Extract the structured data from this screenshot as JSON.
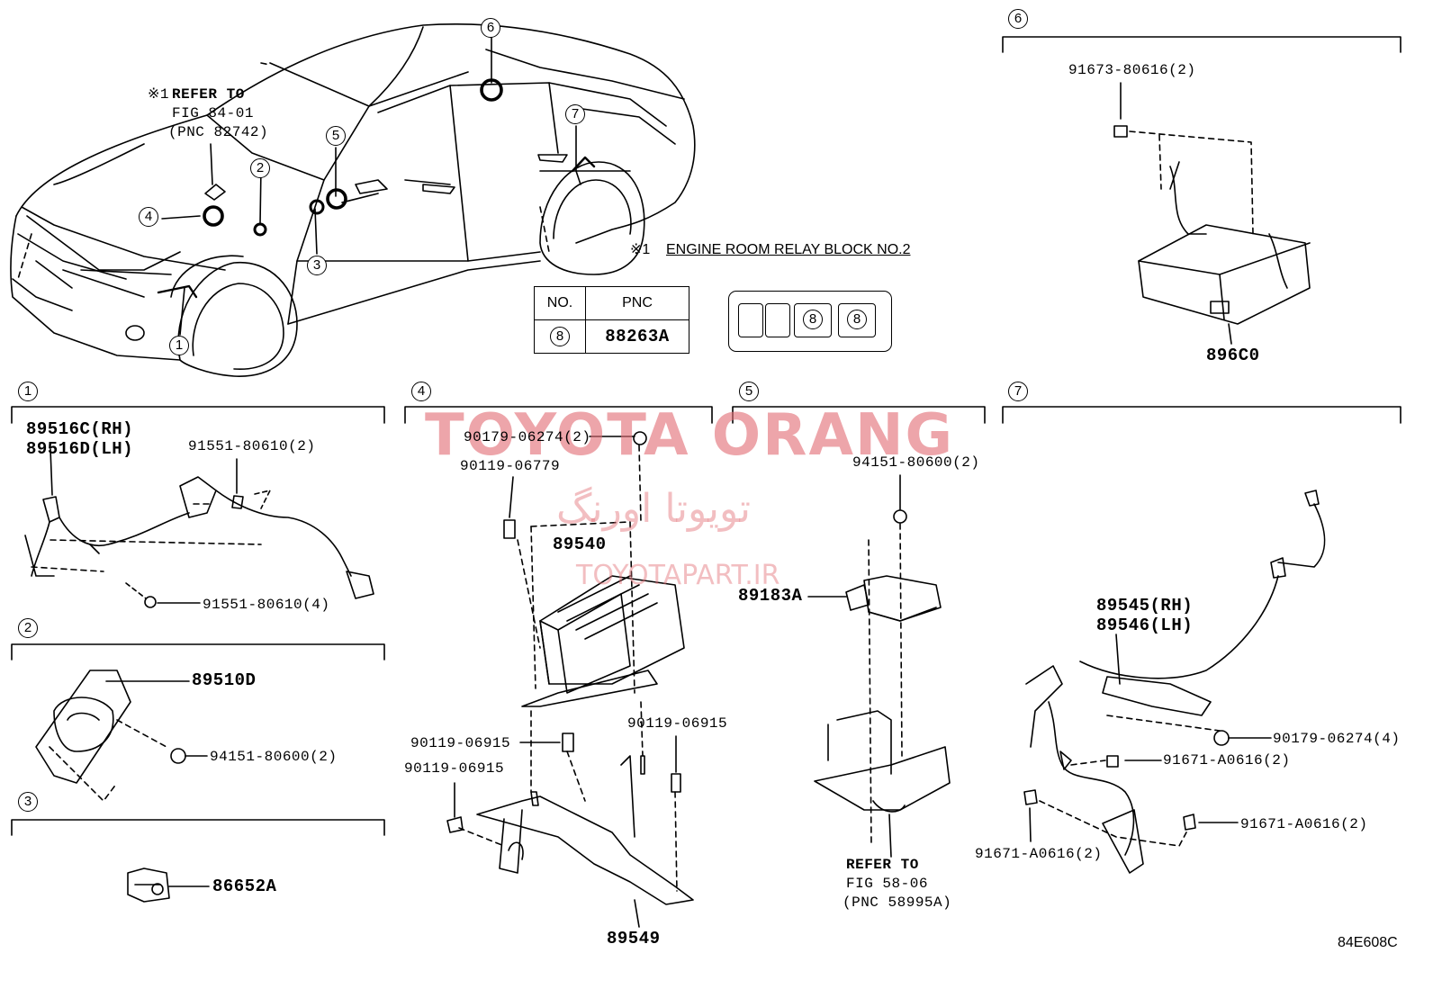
{
  "diagram_id": "84E608C",
  "watermark": {
    "brand": "TOYOTA ORANG",
    "persian": "تویوتا اورنگ",
    "site": "TOYOTAPART.IR"
  },
  "overview": {
    "refer_note": {
      "mark": "※1",
      "line1": "REFER TO",
      "line2": "FIG 84-01",
      "line3": "(PNC 82742)"
    },
    "footnote": {
      "mark": "※1",
      "text": "ENGINE ROOM RELAY BLOCK NO.2"
    },
    "callouts": [
      "1",
      "2",
      "3",
      "4",
      "5",
      "6",
      "7"
    ]
  },
  "pnc_table": {
    "header_no": "NO.",
    "header_pnc": "PNC",
    "row": {
      "no": "8",
      "pnc": "88263A"
    }
  },
  "relay_block": {
    "slots": [
      "",
      "",
      "8",
      "8"
    ]
  },
  "sections": {
    "s1": {
      "num": "1",
      "part_rh": "89516C(RH)",
      "part_lh": "89516D(LH)",
      "bolt_a": "91551-80610(2)",
      "bolt_b": "91551-80610(4)"
    },
    "s2": {
      "num": "2",
      "part": "89510D",
      "nut": "94151-80600(2)"
    },
    "s3": {
      "num": "3",
      "part": "86652A"
    },
    "s4": {
      "num": "4",
      "nut_top": "90179-06274(2)",
      "bolt_top": "90119-06779",
      "ecu": "89540",
      "bolt_a": "90119-06915",
      "bolt_b": "90119-06915",
      "bolt_c": "90119-06915",
      "bracket": "89549"
    },
    "s5": {
      "num": "5",
      "nut": "94151-80600(2)",
      "sensor": "89183A",
      "refer_line1": "REFER TO",
      "refer_line2": "FIG 58-06",
      "refer_line3": "(PNC 58995A)"
    },
    "s6": {
      "num": "6",
      "screw": "91673-80616(2)",
      "module": "896C0"
    },
    "s7": {
      "num": "7",
      "part_rh": "89545(RH)",
      "part_lh": "89546(LH)",
      "nut": "90179-06274(4)",
      "bolt_a": "91671-A0616(2)",
      "bolt_b": "91671-A0616(2)",
      "bolt_c": "91671-A0616(2)"
    }
  }
}
